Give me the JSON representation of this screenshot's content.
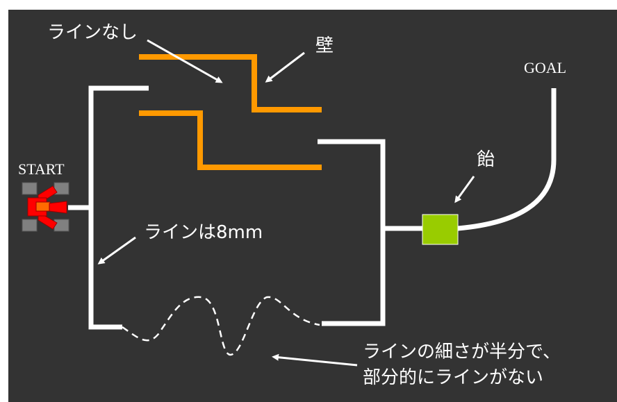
{
  "labels": {
    "line_none": "ラインなし",
    "wall": "壁",
    "goal": "GOAL",
    "start": "START",
    "candy": "飴",
    "line_width": "ラインは8mm",
    "thin_line_1": "ラインの細さが半分で、",
    "thin_line_2": "部分的にラインがない"
  },
  "icons": {
    "robot": "robot-car-icon",
    "candy": "candy-square-icon"
  },
  "colors": {
    "background": "#333333",
    "line": "#ffffff",
    "wall": "#ff9900",
    "candy": "#99cc00",
    "robot_body": "#ff0000",
    "robot_wheels": "#808080"
  }
}
